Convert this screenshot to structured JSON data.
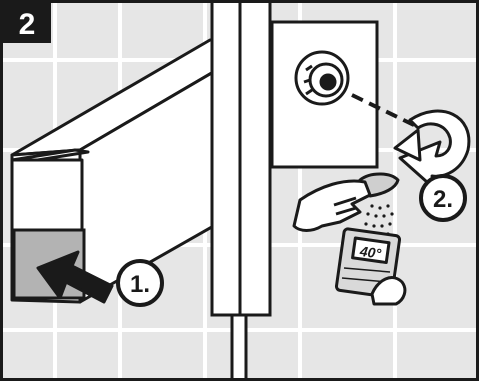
{
  "figure": {
    "step_number": "2",
    "callouts": [
      {
        "label": "1.",
        "meaning": "press-button"
      },
      {
        "label": "2.",
        "meaning": "turn-dial"
      }
    ],
    "thermometer_reading": "40°",
    "colors": {
      "tile_fill": "#e6e6e6",
      "grout": "#ffffff",
      "panel_fill": "#ffffff",
      "button_fill": "#b3b3b3",
      "outline": "#1a1a1a",
      "badge_fill": "#1a1a1a",
      "badge_text": "#ffffff"
    },
    "icons": [
      "arrow-push-icon",
      "arrow-rotate-icon",
      "hand-showerhead-icon",
      "thermometer-icon",
      "dial-knob-icon"
    ]
  }
}
